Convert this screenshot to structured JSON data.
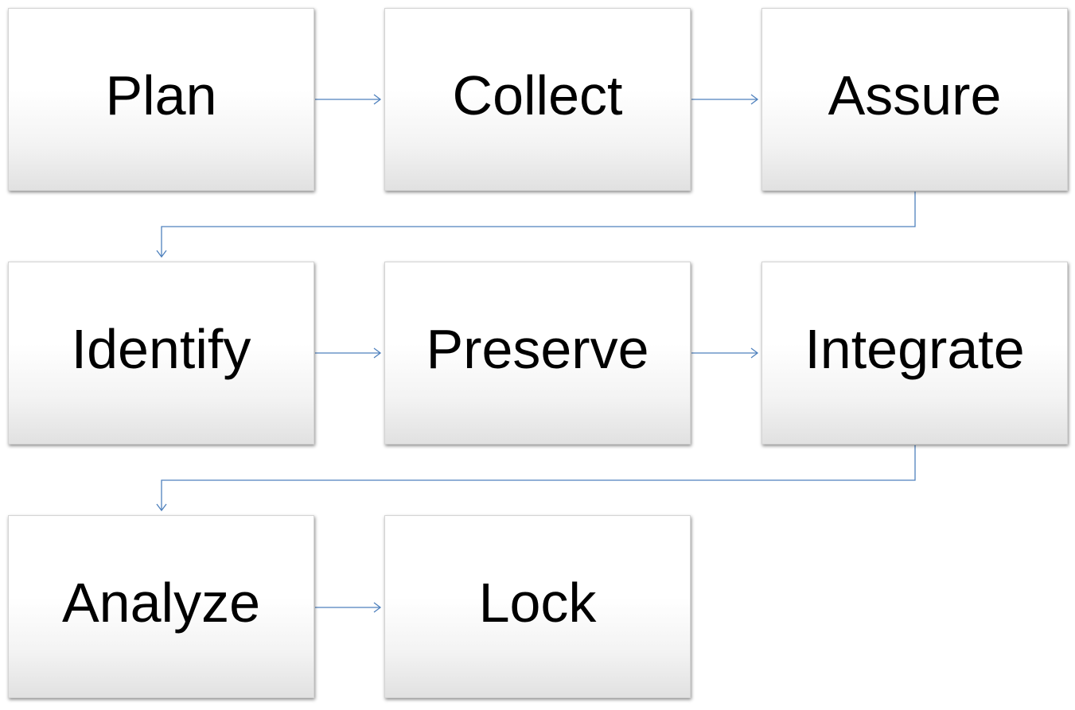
{
  "diagram": {
    "type": "process-flow",
    "connector_color": "#4f81bd",
    "steps": [
      {
        "id": "plan",
        "label": "Plan"
      },
      {
        "id": "collect",
        "label": "Collect"
      },
      {
        "id": "assure",
        "label": "Assure"
      },
      {
        "id": "identify",
        "label": "Identify"
      },
      {
        "id": "preserve",
        "label": "Preserve"
      },
      {
        "id": "integrate",
        "label": "Integrate"
      },
      {
        "id": "analyze",
        "label": "Analyze"
      },
      {
        "id": "lock",
        "label": "Lock"
      }
    ],
    "connections": [
      {
        "from": "plan",
        "to": "collect"
      },
      {
        "from": "collect",
        "to": "assure"
      },
      {
        "from": "assure",
        "to": "identify"
      },
      {
        "from": "identify",
        "to": "preserve"
      },
      {
        "from": "preserve",
        "to": "integrate"
      },
      {
        "from": "integrate",
        "to": "analyze"
      },
      {
        "from": "analyze",
        "to": "lock"
      }
    ]
  }
}
